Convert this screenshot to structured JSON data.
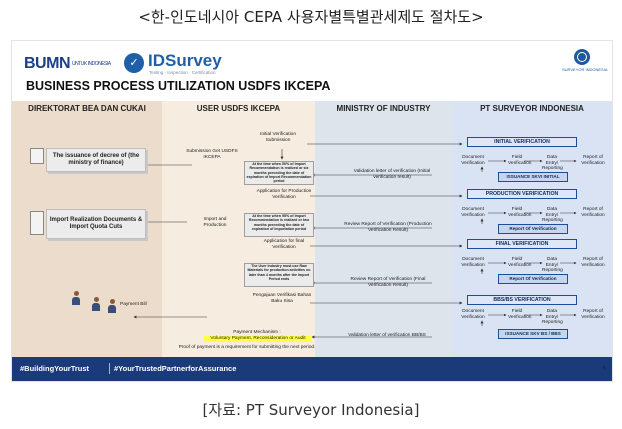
{
  "korean_title": "<한-인도네시아 CEPA 사용자별특별관세제도 절차도>",
  "caption": "[자료: PT Surveyor Indonesia]",
  "slide": {
    "logo_bumn": "BUMN",
    "logo_bumn_sub": "UNTUK INDONESIA",
    "logo_ids_name": "IDSurvey",
    "logo_ids_tag": "Testing · Inspection · Certification",
    "logo_right_label": "SURVEYOR INDONESIA",
    "title": "BUSINESS PROCESS UTILIZATION USDFS IKCEPA",
    "lanes": [
      "DIREKTORAT BEA DAN CUKAI",
      "USER USDFS IKCEPA",
      "MINISTRY OF INDUSTRY",
      "PT SURVEYOR INDONESIA"
    ],
    "bea": {
      "decree": "The issuance of decree of (the ministry of finance)",
      "import": "Import Realization Documents & Import Quota Cuts",
      "payment_bill": "Payment Bill"
    },
    "user": {
      "initial_submission": "Initial Verification Submission",
      "submission_get": "Submission Get USDFS IKCEPA",
      "note1": "At the time when 50% of Import Recommendation is realized or six months preceding the date of expiration of Import Recommendation period",
      "application_production": "Application for Production Verification",
      "import_production": "Import and Production",
      "note2": "At the time when 95% of Import Recommendation is realized or two months preceding the date of expiration of importation period",
      "application_final": "Application for final Verification",
      "note3": "The User Industry must use Raw Materials for production activities no later than 4 months after the Import Period ends",
      "pengajuan": "Pengajuan Verifikasi Bahan Baku Sisa",
      "payment_mechanism": "Payment Mechanism :",
      "payment_options": "Voluntary Payment, Reconsideration or Audit",
      "proof": "Proof of payment is a requirement for submitting the next period."
    },
    "ministry": {
      "validation_initial": "Validation letter of verification (Initial verification result)",
      "review_production": "Review Report of Verification (Production Verification Result)",
      "review_final": "Review Report of Verification (Final Verification Result)",
      "validation_bb": "Validation letter of verification BB/BS"
    },
    "surveyor": {
      "stages": [
        {
          "title": "INITIAL VERIFICATION",
          "issuance": "ISSUANCE SKVI INITIAL"
        },
        {
          "title": "PRODUCTION VERIFICATION",
          "issuance": "Report Of Verification"
        },
        {
          "title": "FINAL VERIFICATION",
          "issuance": "Report Of Verification"
        },
        {
          "title": "BBS/BS VERIFICATION",
          "issuance": "ISSUANCE SKV BS / BBS"
        }
      ],
      "doc_verification": "Document Verification",
      "field_verification": "Field Verification",
      "data_entry": "Data Entry/ Reporting",
      "report_verification": "Report of Verification"
    },
    "footer_left": "#BuildingYourTrust",
    "footer_right": "#YourTrustedPartnerforAssurance",
    "page_number": "6"
  },
  "colors": {
    "lane_bea": "#ecdccb",
    "lane_user": "#f6ecdf",
    "lane_ministry": "#dde4ec",
    "lane_surveyor": "#d9e3f4",
    "footer": "#1a3a7a",
    "highlight": "#ffff44"
  }
}
